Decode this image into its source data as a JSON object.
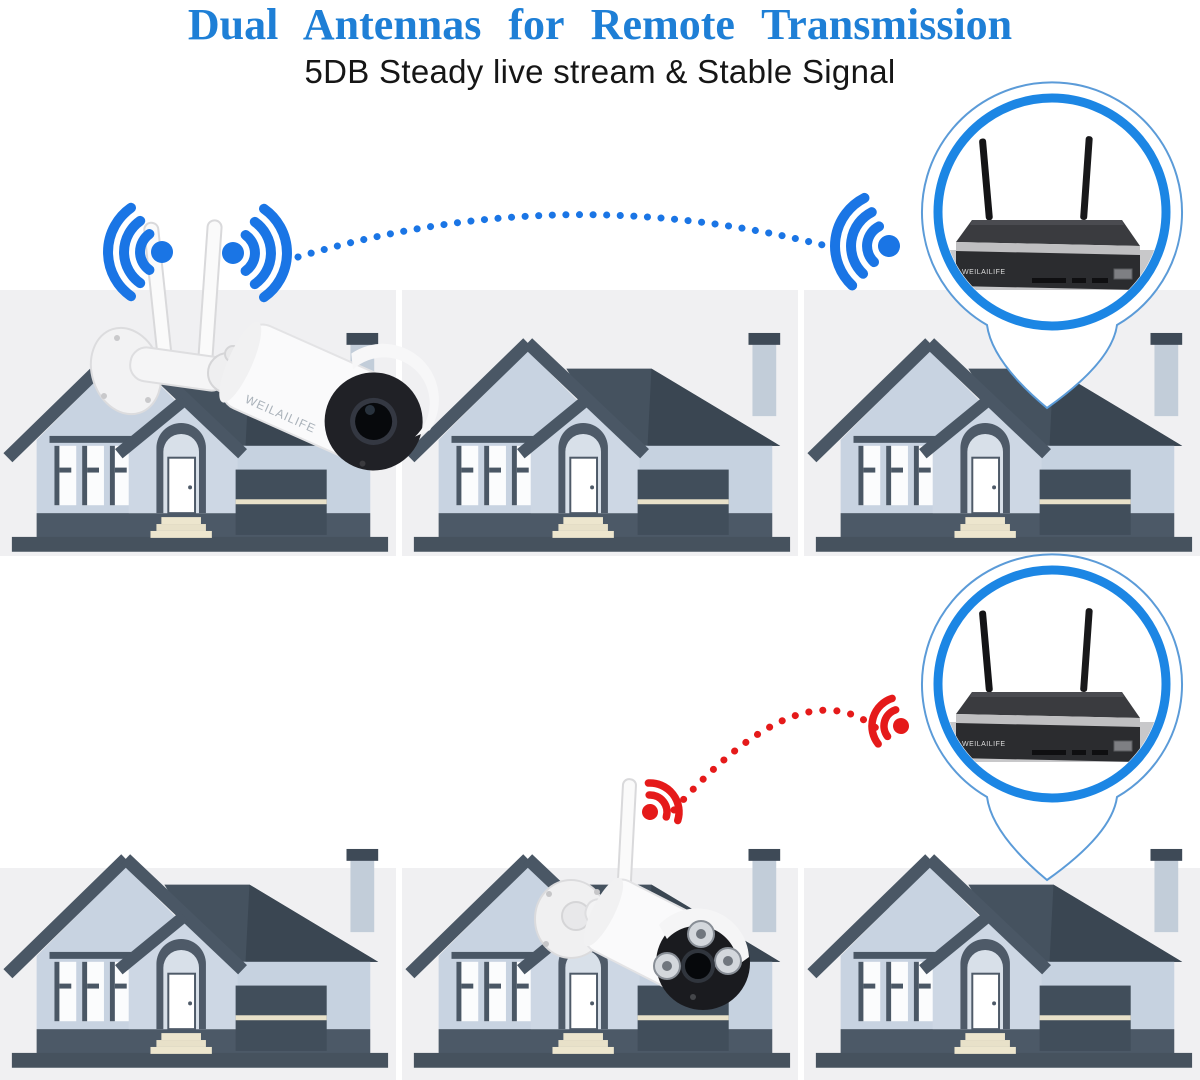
{
  "title": "Dual Antennas for Remote Transmission",
  "subtitle": "5DB Steady live stream & Stable Signal",
  "brand": "WEILAILIFE",
  "colors": {
    "title_blue": "#1E7FD6",
    "wifi_blue": "#1A75E5",
    "signal_red": "#E51A1A",
    "pin_ring_blue": "#1C86E4",
    "pin_outline_blue": "#5B9BD8",
    "panel_bg": "#F0F0F2",
    "house_wall": "#C8D3E1",
    "house_roof": "#45525F",
    "house_ground": "#46525E",
    "step_cream": "#E8E1C9"
  },
  "icons": {
    "camera_wifi_left": "wifi-signal-icon",
    "camera_wifi_right": "wifi-signal-icon",
    "nvr_wifi_top": "wifi-signal-icon",
    "camera_wifi_red": "wifi-signal-icon",
    "nvr_wifi_red": "wifi-signal-icon",
    "pin_top": "location-pin-outline",
    "pin_bottom": "location-pin-outline"
  },
  "scene": {
    "houses_top_row": 3,
    "houses_bottom_row": 3,
    "top_link": "dual-antenna camera to NVR (blue dotted signal)",
    "bottom_link": "single-antenna camera to NVR (red dotted signal)"
  }
}
